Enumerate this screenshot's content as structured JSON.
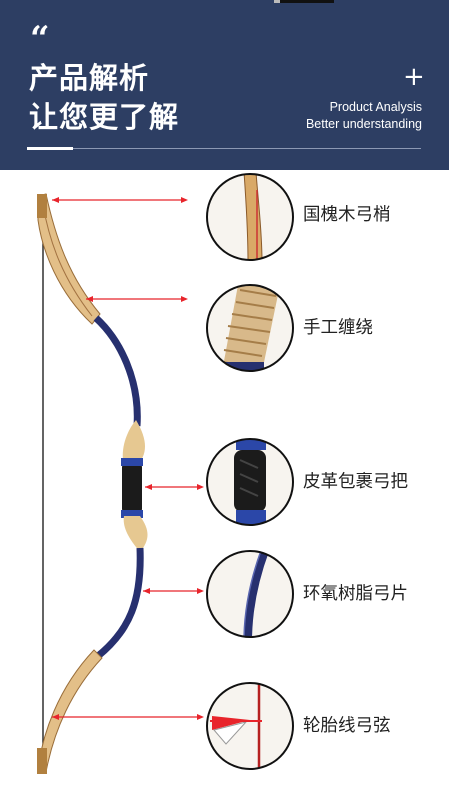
{
  "header": {
    "quote_mark": "“",
    "title_line1": "产品解析",
    "title_line2": "让您更了解",
    "plus": "+",
    "subtitle_en1": "Product Analysis",
    "subtitle_en2": "Better understanding"
  },
  "features": [
    {
      "label": "国槐木弓梢"
    },
    {
      "label": "手工缠绕"
    },
    {
      "label": "皮革包裹弓把"
    },
    {
      "label": "环氧树脂弓片"
    },
    {
      "label": "轮胎线弓弦"
    }
  ],
  "colors": {
    "header_bg": "#2d3e63",
    "wood": "#e2bd86",
    "limb_blue": "#27306f",
    "arrow_red": "#e8242b",
    "grip": "#1b1b1b"
  }
}
